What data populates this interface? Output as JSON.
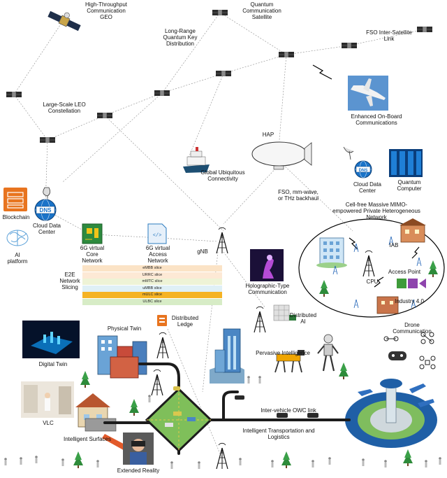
{
  "labels": {
    "geo": "High-Throughput\nCommunication\nGEO",
    "quantum_sat": "Quantum\nCommunication\nSatellite",
    "qkd": "Long-Range\nQuantum Key\nDistribution",
    "fso_sat": "FSO Inter-Satellite\nLink",
    "leo": "Large-Scale LEO\nConstellation",
    "onboard": "Enhanced On-Board\nCommunications",
    "hap": "HAP",
    "ubiquitous": "Global Ubiquitous\nConnectivity",
    "cloud_right": "Cloud Data\nCenter",
    "quantum_computer": "Quantum\nComputer",
    "backhaul": "FSO, mm-wave,\nor THz backhaul",
    "cellfree": "Cell-free Massive MIMO-\nempowered Private Heterogeneous\nNetwork",
    "blockchain": "Blockchain",
    "ai_platform": "AI\nplatform",
    "cloud_left": "Cloud Data\nCenter",
    "core": "6G virtual\nCore\nNetwork",
    "access": "6G virtual\nAccess\nNetwork",
    "gnb": "gNB",
    "holographic": "Holographic-Type\nCommunication",
    "iab": "IAB",
    "cpu": "CPU",
    "access_point": "Access Point",
    "industry": "Industry 4.0",
    "e2e": "E2E\nNetwork\nSlicing",
    "distributed_ledge": "Distributed\nLedge",
    "distributed_ai": "Distributed\nAI",
    "drone": "Drone\nCommunication",
    "physical_twin": "Physical Twin",
    "digital_twin": "Digital Twin",
    "pervasive": "Pervasive Intelligence",
    "vlc": "VLC",
    "owc": "Inter-vehicle OWC link",
    "its": "Intelligent Transportation and\nLogistics",
    "surfaces": "Intelligent Surfaces",
    "xr": "Extended Reality",
    "dns": "DNS"
  },
  "slices": [
    {
      "label": "eMBB slice",
      "color": "#fbe3c6"
    },
    {
      "label": "URRC slice",
      "color": "#fde9d5"
    },
    {
      "label": "mMTC slice",
      "color": "#eef3d6"
    },
    {
      "label": "uMBB slice",
      "color": "#dff0f6"
    },
    {
      "label": "mULC slice",
      "color": "#f5b324"
    },
    {
      "label": "ULBC slice",
      "color": "#d7ecc6"
    }
  ],
  "colors": {
    "satellite": "#333333",
    "dns_blue": "#1a73c8",
    "building_blue": "#6aa3d6",
    "road": "#1c1c1c",
    "tree": "#2e8b3a",
    "industry": "#8e44ad"
  }
}
